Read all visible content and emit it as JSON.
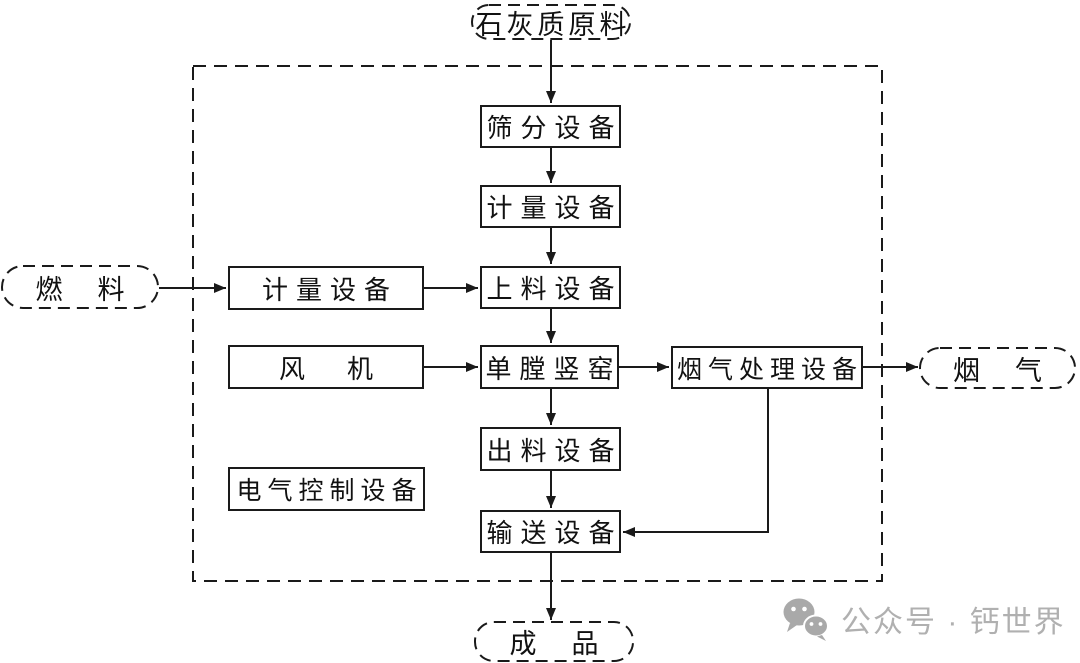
{
  "diagram": {
    "terminals": {
      "raw_material": "石灰质原料",
      "fuel": "燃　料",
      "flue_gas": "烟　气",
      "product": "成　品"
    },
    "boxes": {
      "screening": "筛分设备",
      "metering_top": "计量设备",
      "feeding": "上料设备",
      "kiln": "单膛竖窑",
      "discharge": "出料设备",
      "conveying": "输送设备",
      "metering_fuel": "计量设备",
      "fan": "风　机",
      "electrical": "电气控制设备",
      "flue_treatment": "烟气处理设备"
    },
    "edges": [
      {
        "from": "raw_material",
        "to": "screening"
      },
      {
        "from": "screening",
        "to": "metering_top"
      },
      {
        "from": "metering_top",
        "to": "feeding"
      },
      {
        "from": "feeding",
        "to": "kiln"
      },
      {
        "from": "kiln",
        "to": "discharge"
      },
      {
        "from": "discharge",
        "to": "conveying"
      },
      {
        "from": "conveying",
        "to": "product"
      },
      {
        "from": "fuel",
        "to": "metering_fuel"
      },
      {
        "from": "metering_fuel",
        "to": "feeding"
      },
      {
        "from": "fan",
        "to": "kiln"
      },
      {
        "from": "kiln",
        "to": "flue_treatment"
      },
      {
        "from": "flue_treatment",
        "to": "flue_gas"
      },
      {
        "from": "flue_treatment",
        "to": "conveying"
      }
    ],
    "line_color": "#1a1a1a"
  },
  "watermark": {
    "label": "公众号 · 钙世界",
    "icon": "wechat-icon",
    "color": "#b0b0b0"
  }
}
